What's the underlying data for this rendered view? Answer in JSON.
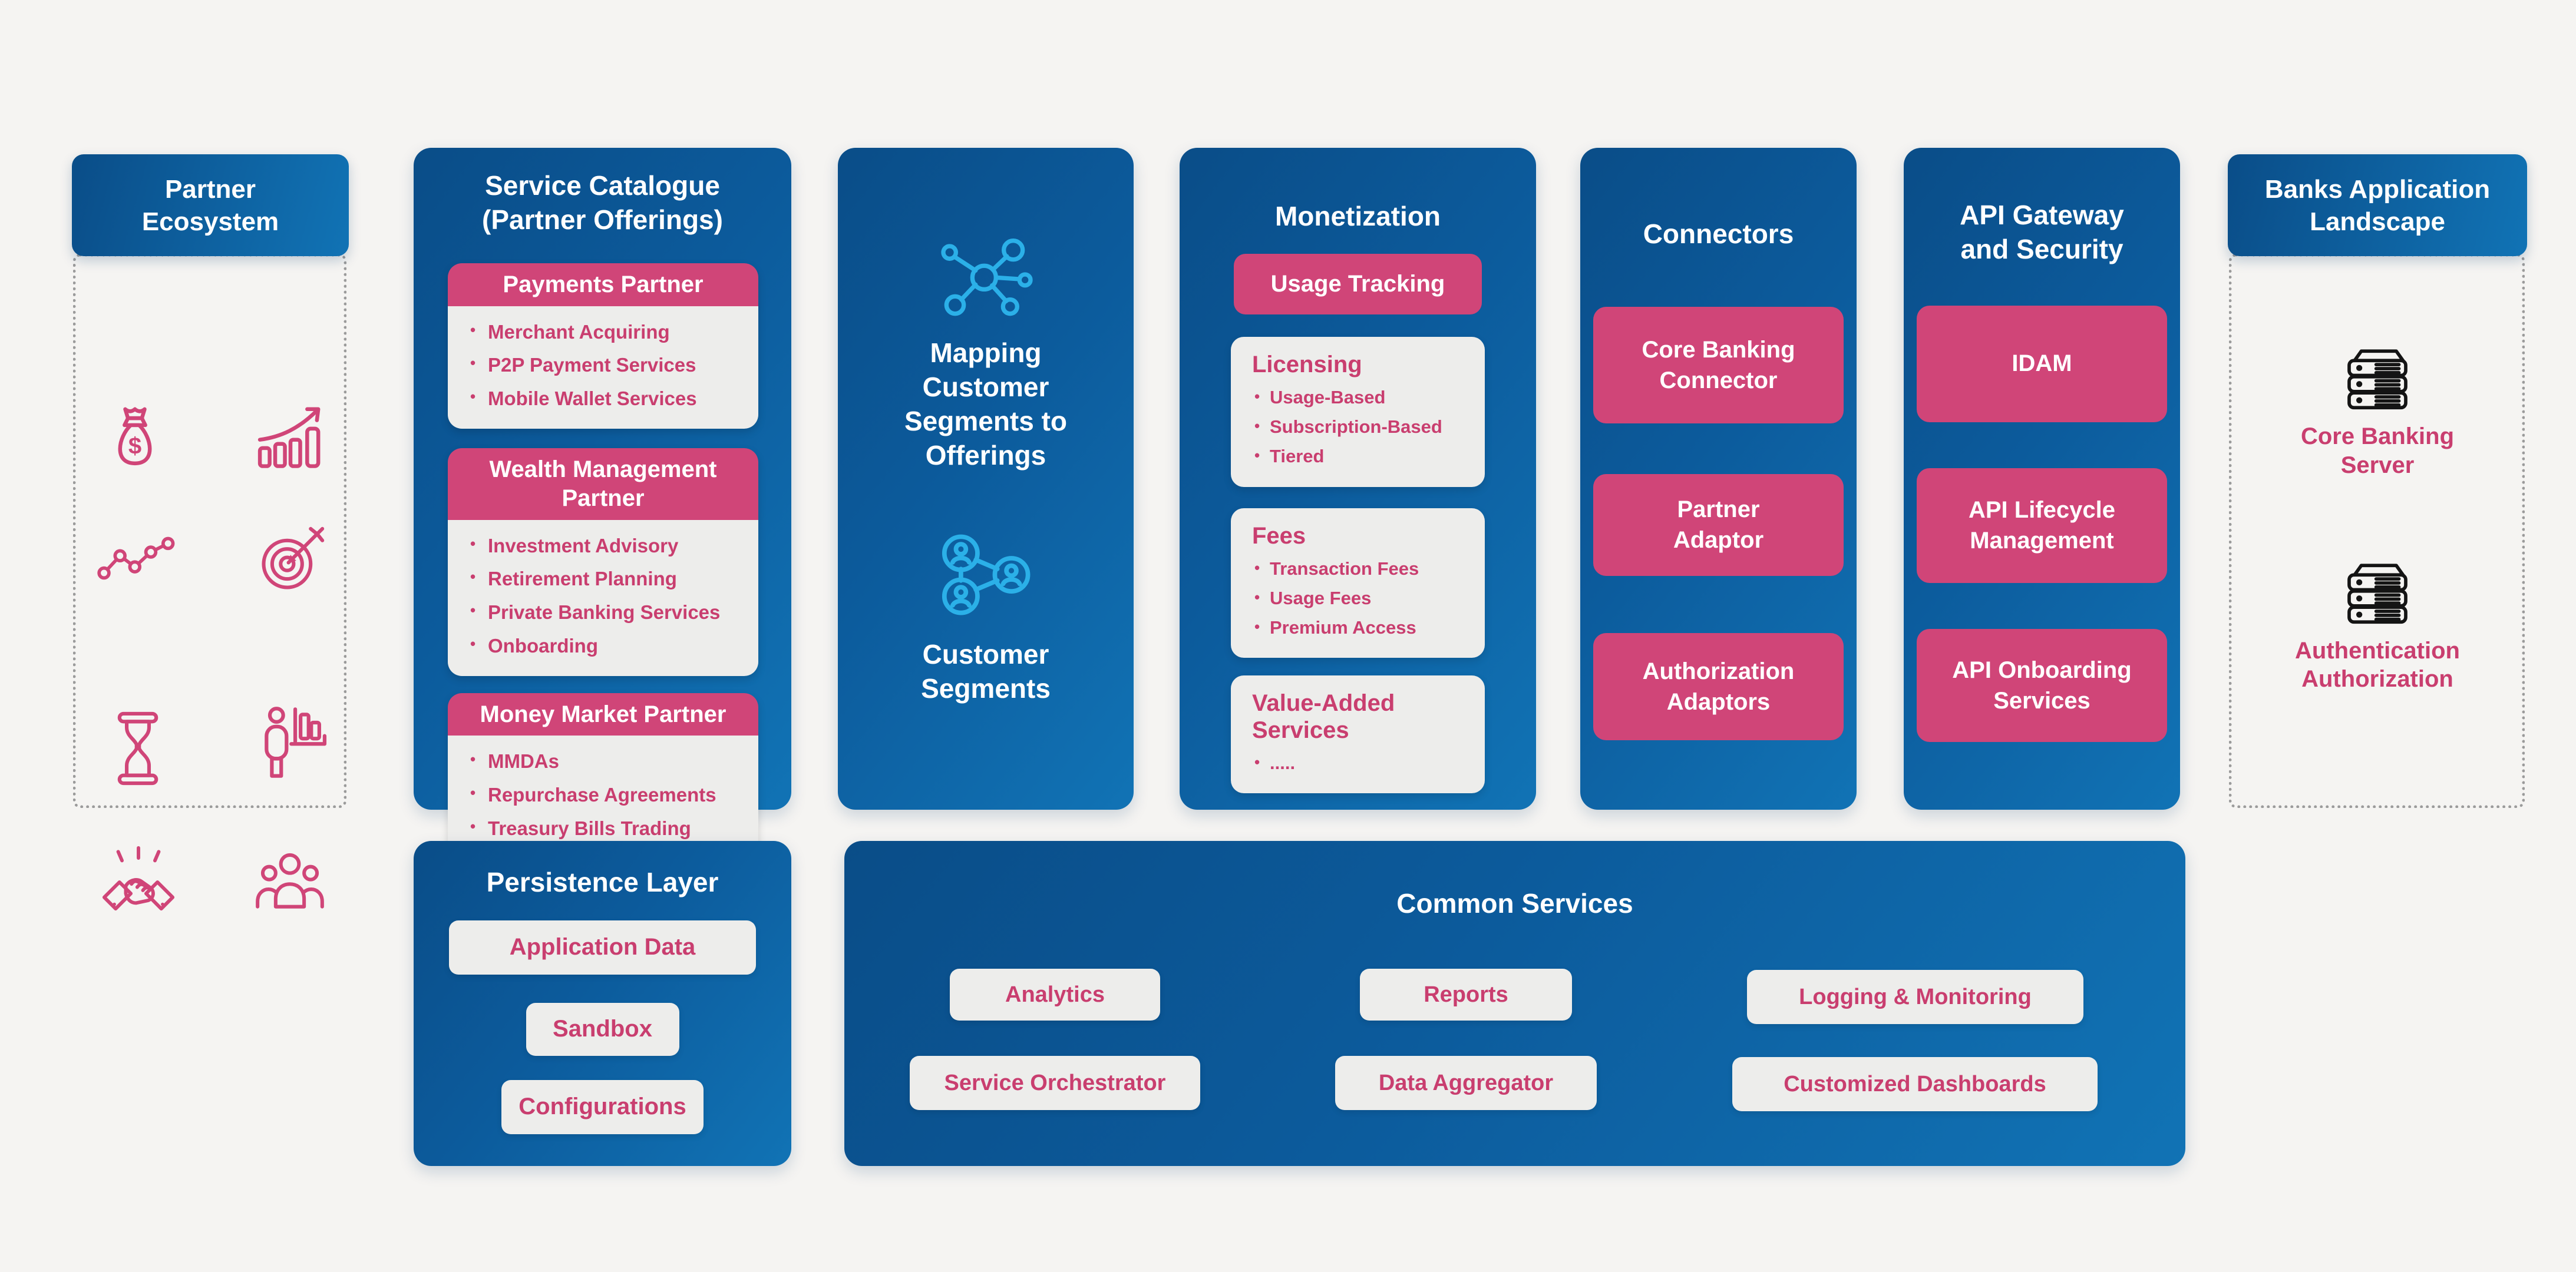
{
  "colors": {
    "bg": "#f5f4f2",
    "blue_dark": "#0a4d88",
    "blue_mid": "#0c5b9c",
    "blue_light": "#1173b5",
    "pink": "#d04578",
    "pink_text": "#c93e6f",
    "light_box": "#ededeb",
    "cyan": "#2bb0e8",
    "dots": "#9b9b9b",
    "server_ink": "#141414",
    "title_white": "#ffffff"
  },
  "partner_ecosystem": {
    "title": "Partner Ecosystem",
    "icons": [
      "money-bag-icon",
      "growth-chart-icon",
      "line-chart-icon",
      "target-icon",
      "hourglass-icon",
      "presenter-chart-icon",
      "handshake-icon",
      "people-group-icon"
    ]
  },
  "service_catalogue": {
    "title": "Service Catalogue (Partner Offerings)",
    "groups": [
      {
        "header": "Payments Partner",
        "items": [
          "Merchant Acquiring",
          "P2P Payment Services",
          "Mobile Wallet Services"
        ]
      },
      {
        "header": "Wealth Management Partner",
        "items": [
          "Investment Advisory",
          "Retirement Planning",
          "Private Banking Services",
          "Onboarding"
        ]
      },
      {
        "header": "Money Market Partner",
        "items": [
          "MMDAs",
          "Repurchase Agreements",
          "Treasury Bills Trading"
        ]
      }
    ]
  },
  "mapping": {
    "title": "Mapping Customer Segments to Offerings",
    "subtitle": "Customer Segments",
    "icons": [
      "network-icon",
      "customer-network-icon"
    ]
  },
  "monetization": {
    "title": "Monetization",
    "tracking_button": "Usage Tracking",
    "groups": [
      {
        "header": "Licensing",
        "items": [
          "Usage-Based",
          "Subscription-Based",
          "Tiered"
        ]
      },
      {
        "header": "Fees",
        "items": [
          "Transaction Fees",
          "Usage Fees",
          "Premium Access"
        ]
      },
      {
        "header": "Value-Added Services",
        "items": [
          "....."
        ]
      }
    ]
  },
  "connectors": {
    "title": "Connectors",
    "boxes": [
      "Core Banking Connector",
      "Partner Adaptor",
      "Authorization Adaptors"
    ]
  },
  "api_gateway": {
    "title": "API Gateway and Security",
    "boxes": [
      "IDAM",
      "API Lifecycle Management",
      "API Onboarding Services"
    ]
  },
  "banks": {
    "title": "Banks Application Landscape",
    "servers": [
      "Core Banking Server",
      "Authentication Authorization"
    ],
    "icons": [
      "server-stack-icon",
      "server-stack-icon"
    ]
  },
  "persistence": {
    "title": "Persistence Layer",
    "boxes": [
      "Application Data",
      "Sandbox",
      "Configurations"
    ]
  },
  "common_services": {
    "title": "Common Services",
    "boxes": [
      "Analytics",
      "Reports",
      "Logging & Monitoring",
      "Service Orchestrator",
      "Data Aggregator",
      "Customized Dashboards"
    ]
  }
}
